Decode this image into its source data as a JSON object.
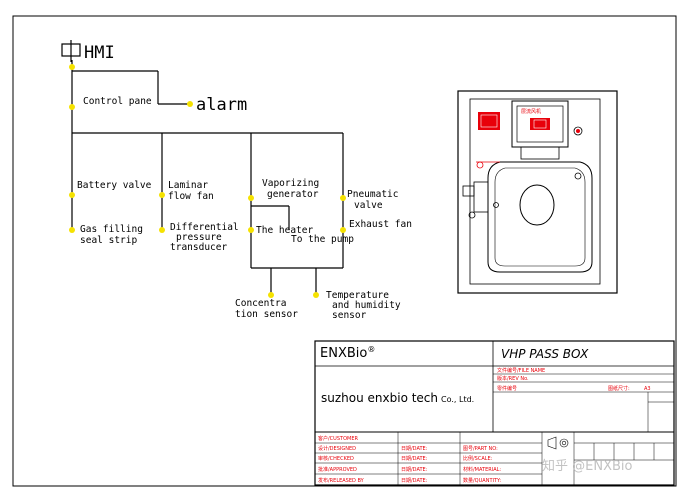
{
  "diagram": {
    "hmi": "HMI",
    "control_panel": "Control pane",
    "alarm": "alarm",
    "battery_valve": "Battery valve",
    "laminar_fan": [
      "Laminar",
      "flow fan"
    ],
    "vaporizing_generator": [
      "Vaporizing",
      "generator"
    ],
    "pneumatic_valve": [
      "Pneumatic",
      "valve"
    ],
    "gas_strip": [
      "Gas filling",
      "seal strip"
    ],
    "diff_transducer": [
      "Differential",
      "pressure",
      "transducer"
    ],
    "heater": "The heater",
    "exhaust_fan": "Exhaust fan",
    "to_pump": "To the pump",
    "concentration_sensor": [
      "Concentra",
      "tion sensor"
    ],
    "temp_humidity_sensor": [
      "Temperature",
      "and humidity",
      "sensor"
    ]
  },
  "panel": {
    "header_text": "层流风机"
  },
  "title_block": {
    "brand": "ENXBio",
    "brand_mark": "®",
    "product": "VHP PASS BOX",
    "company": "suzhou enxbio tech",
    "company_suffix": "Co., Ltd.",
    "rows_left": [
      "客户/CUSTOMER",
      "设计/DESIGNED",
      "审核/CHECKED",
      "批准/APPROVED",
      "发布/RELEASED BY"
    ],
    "rows_mid": [
      "日期/DATE:",
      "日期/DATE:",
      "日期/DATE:",
      "日期/DATE:"
    ],
    "rows_right": [
      "图号/PART NO:",
      "比例/SCALE:",
      "材料/MATERIAL:",
      "数量/QUANTITY:"
    ],
    "right_labels": [
      "文件编号/FILE NAME",
      "版本/REV No.",
      "零件编号",
      "图纸尺寸:",
      "A3"
    ],
    "watermark": "知乎 @ENXBio"
  },
  "colors": {
    "node": "#f5e200",
    "accent_red": "#e8000a",
    "line": "#000000"
  }
}
